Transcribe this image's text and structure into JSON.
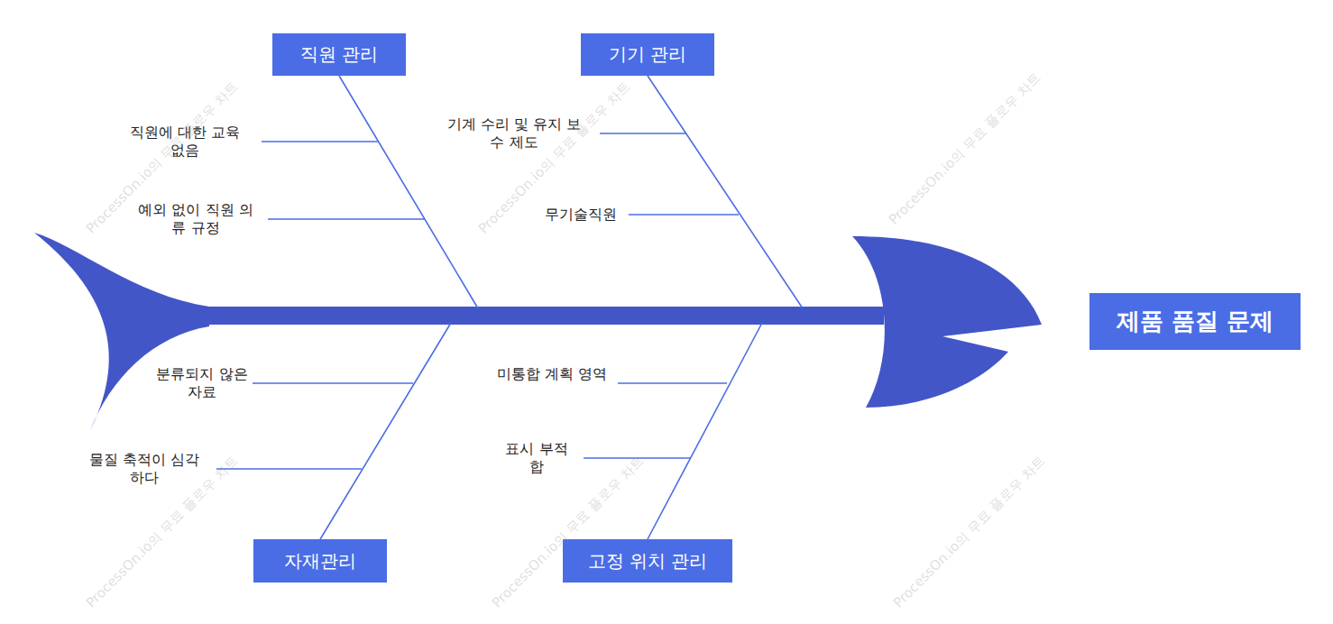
{
  "diagram": {
    "nodes": [
      {
        "text": [
          "직원 관리"
        ]
      },
      {
        "text": [
          "기기 관리"
        ]
      },
      {
        "text": [
          "제품 품질 문제"
        ]
      },
      {
        "text": [
          "자재관리"
        ]
      },
      {
        "text": [
          "고정 위치 관리"
        ]
      }
    ],
    "labels": [
      "직원에 대한 교육 없음",
      "기계 수리 및 유지 보수 제도",
      "예외 없이 직원 의류 규정",
      "무기술직원",
      "분류되지 않은 자료",
      "미통합 계획 영역",
      "물질 축적이 심각하다",
      "표시 부적합",
      "ProcessOn.io의 무료 플로우 차트",
      "ProcessOn.io의 무료 플로우 차트",
      "ProcessOn.io의 무료 플로우 차트",
      "ProcessOn.io의 무료 플로우 차트",
      "ProcessOn.io의 무료 플로우 차트",
      "ProcessOn.io의 무료 플로우 차트"
    ]
  }
}
